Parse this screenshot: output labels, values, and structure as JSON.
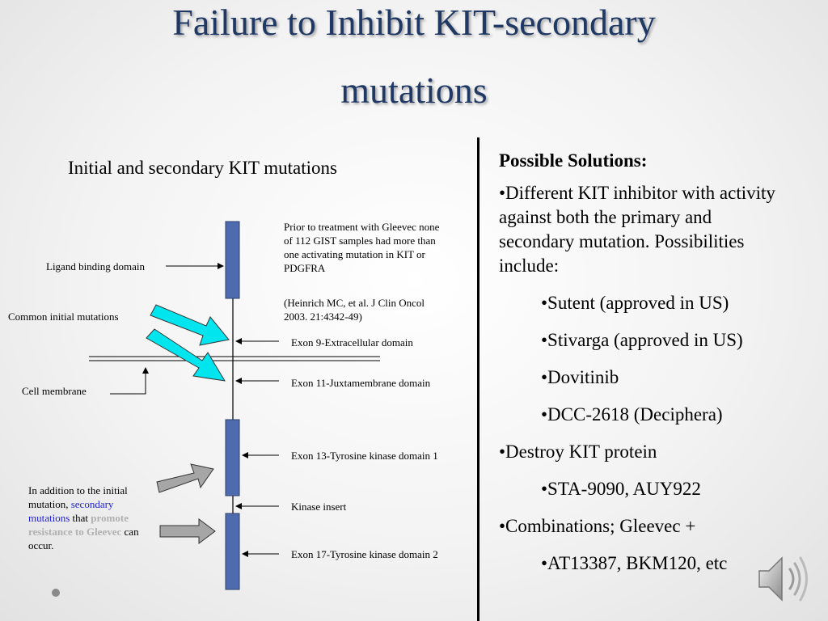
{
  "slide": {
    "title_line1": "Failure to Inhibit KIT-secondary",
    "title_line2": "mutations"
  },
  "diagram": {
    "subtitle": "Initial and secondary KIT mutations",
    "labels": {
      "ligand": "Ligand binding domain",
      "common": "Common initial mutations",
      "membrane": "Cell membrane",
      "exon9": "Exon 9-Extracellular domain",
      "exon11": "Exon 11-Juxtamembrane domain",
      "exon13": "Exon 13-Tyrosine kinase domain 1",
      "insert": "Kinase insert",
      "exon17": "Exon 17-Tyrosine kinase domain 2"
    },
    "prior_note": "Prior to treatment with Gleevec none of 112 GIST samples had more than one activating mutation in KIT or PDGFRA",
    "citation": "(Heinrich MC, et al. J Clin Oncol 2003. 21:4342-49)",
    "secondary_note": {
      "part1": "In addition to the initial mutation,",
      "part2": "secondary mutations",
      "part3": "that",
      "part4": "promote resistance to Gleevec",
      "part5": "can occur."
    },
    "colors": {
      "domain_fill": "#4f6bb0",
      "initial_arrow": "#00e5ee",
      "secondary_arrow": "#a6a6a6",
      "title": "#1f3864"
    }
  },
  "solutions": {
    "heading": "Possible Solutions:",
    "item1": "•Different KIT inhibitor with activity against both the primary and secondary mutation. Possibilities include:",
    "sub1": "•Sutent (approved in US)",
    "sub2": "•Stivarga (approved in US)",
    "sub3": "•Dovitinib",
    "sub4": "•DCC-2618 (Deciphera)",
    "item2": "•Destroy KIT protein",
    "sub5": "•STA-9090, AUY922",
    "item3": "•Combinations; Gleevec +",
    "sub6": "•AT13387, BKM120, etc"
  },
  "icons": {
    "speaker": "speaker-icon"
  }
}
